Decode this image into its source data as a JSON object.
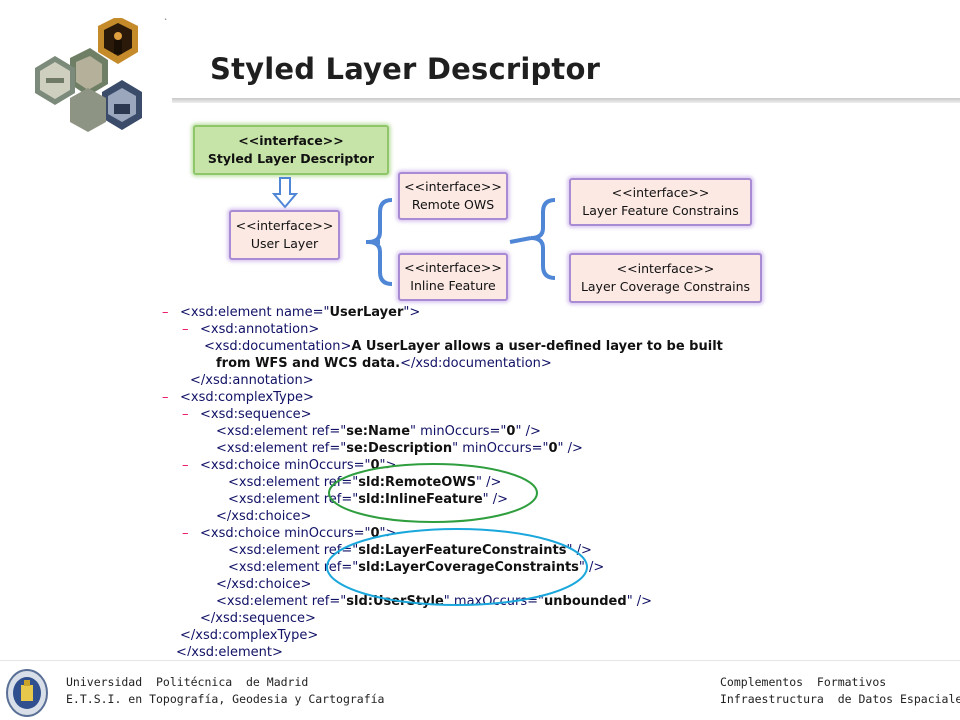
{
  "header": {
    "title": "Styled Layer Descriptor"
  },
  "diagram": {
    "root": {
      "stereotype": "<<interface>>",
      "name": "Styled Layer Descriptor"
    },
    "user_layer": {
      "stereotype": "<<interface>>",
      "name": "User Layer"
    },
    "remote_ows": {
      "stereotype": "<<interface>>",
      "name": "Remote OWS"
    },
    "inline_feature": {
      "stereotype": "<<interface>>",
      "name": "Inline Feature"
    },
    "layer_feature": {
      "stereotype": "<<interface>>",
      "name": "Layer Feature Constrains"
    },
    "layer_coverage": {
      "stereotype": "<<interface>>",
      "name": "Layer Coverage Constrains"
    }
  },
  "code": {
    "collapse_marker": "–",
    "lines": [
      {
        "open": "<xsd:element name=\"",
        "value": "UserLayer",
        "close": "\">"
      },
      {
        "open": "<xsd:annotation>"
      },
      {
        "open": "<xsd:documentation>",
        "text": "A UserLayer allows a user-defined layer to be built"
      },
      {
        "text": "from WFS and WCS data.",
        "close": "</xsd:documentation>"
      },
      {
        "open": "</xsd:annotation>"
      },
      {
        "open": "<xsd:complexType>"
      },
      {
        "open": "<xsd:sequence>"
      },
      {
        "open": "<xsd:element ref=\"",
        "value": "se:Name",
        "mid": "\" minOccurs=\"",
        "value2": "0",
        "close": "\" />"
      },
      {
        "open": "<xsd:element ref=\"",
        "value": "se:Description",
        "mid": "\" minOccurs=\"",
        "value2": "0",
        "close": "\" />"
      },
      {
        "open": "<xsd:choice minOccurs=\"",
        "value": "0",
        "close": "\">"
      },
      {
        "open": "<xsd:element ref=\"",
        "value": "sld:RemoteOWS",
        "close": "\" />"
      },
      {
        "open": "<xsd:element ref=\"",
        "value": "sld:InlineFeature",
        "close": "\" />"
      },
      {
        "open": "</xsd:choice>"
      },
      {
        "open": "<xsd:choice minOccurs=\"",
        "value": "0",
        "close": "\">"
      },
      {
        "open": "<xsd:element ref=\"",
        "value": "sld:LayerFeatureConstraints",
        "close": "\" />"
      },
      {
        "open": "<xsd:element ref=\"",
        "value": "sld:LayerCoverageConstraints",
        "close": "\" />"
      },
      {
        "open": "</xsd:choice>"
      },
      {
        "open": "<xsd:element ref=\"",
        "value": "sld:UserStyle",
        "mid": "\" maxOccurs=\"",
        "value2": "unbounded",
        "close": "\" />"
      },
      {
        "open": "</xsd:sequence>"
      },
      {
        "open": "</xsd:complexType>"
      },
      {
        "open": "</xsd:element>"
      }
    ]
  },
  "footer": {
    "left_line1": "Universidad  Politécnica  de Madrid",
    "left_line2": "E.T.S.I. en Topografía, Geodesia y Cartografía",
    "right_line1": "Complementos  Formativos",
    "right_line2": "Infraestructura  de Datos Espaciales"
  },
  "colors": {
    "highlight_green": "#2e9e3e",
    "highlight_blue": "#1aa7dc",
    "bracket_blue": "#4f86d6",
    "markup": "#111166",
    "collapse": "#ee1166"
  },
  "icons": [
    "header-photo-collage-icon",
    "down-arrow-icon",
    "university-seal-icon"
  ]
}
